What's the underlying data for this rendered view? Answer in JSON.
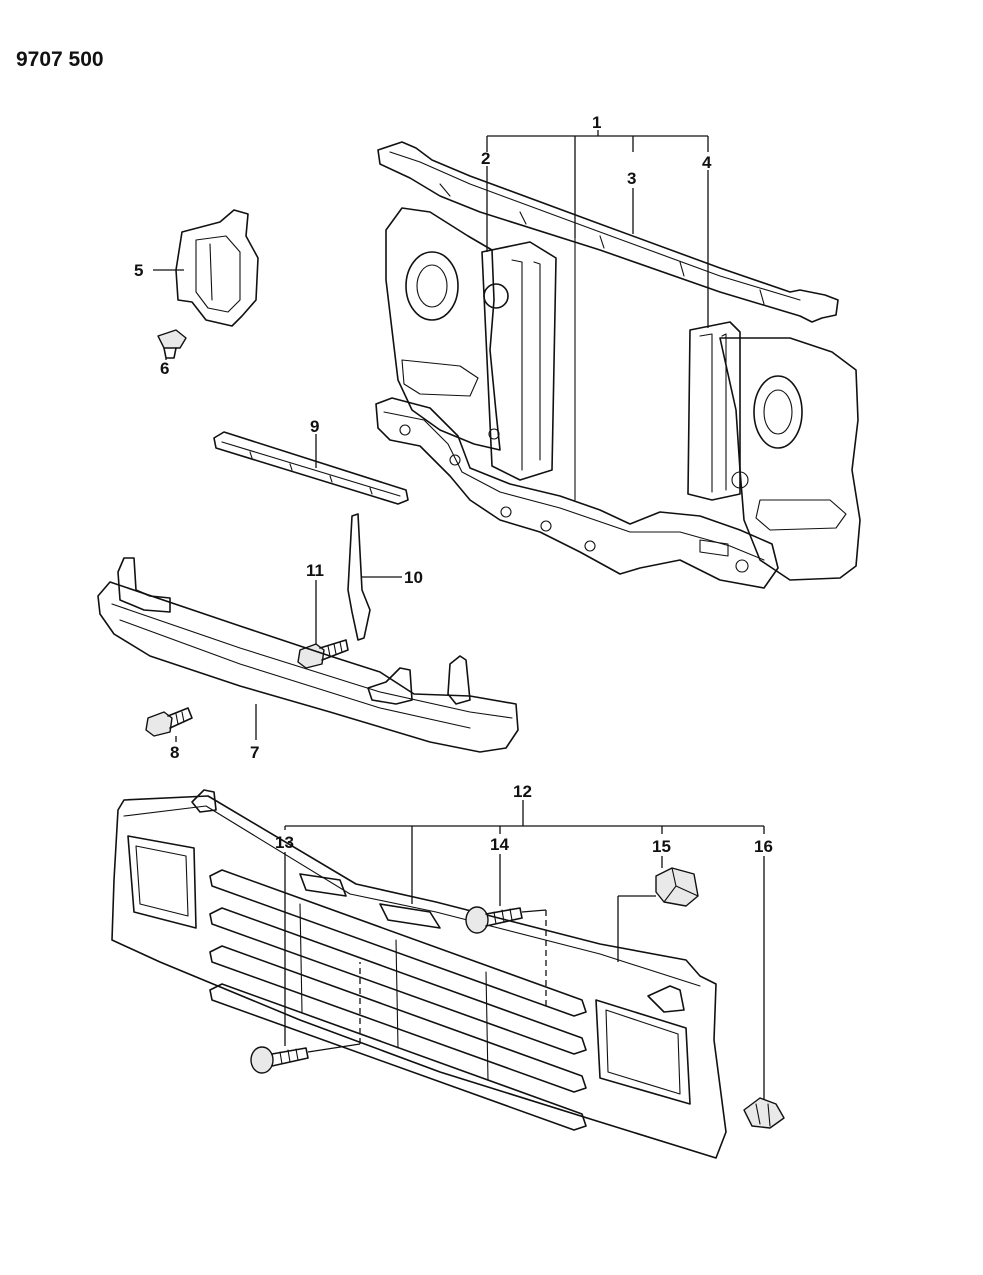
{
  "diagram_number": "9707 500",
  "labels": [
    "1",
    "2",
    "3",
    "4",
    "5",
    "6",
    "7",
    "8",
    "9",
    "10",
    "11",
    "12",
    "13",
    "14",
    "15",
    "16"
  ],
  "colors": {
    "ink": "#111111",
    "background": "#ffffff"
  }
}
